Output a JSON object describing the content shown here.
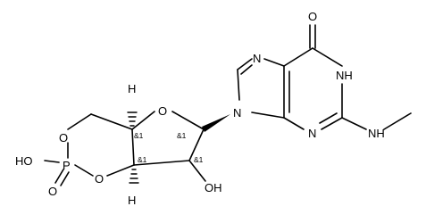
{
  "atoms": {
    "o_top": "O",
    "o_ring_furanose": "O",
    "n_imidazole_top": "N",
    "n_imidazole_ring": "N",
    "nh_pyrimidine": "NH",
    "n_pyrimidine": "N",
    "nh_methylamino": "NH",
    "o_phosphate_upper": "O",
    "o_phosphate_lower": "O",
    "ho_phosphate": "HO",
    "p": "P",
    "o_phosphoryl": "O",
    "oh_hydroxyl": "OH",
    "h_top": "H",
    "h_bottom": "H"
  },
  "stereo_labels": {
    "c4": "&1",
    "c1": "&1",
    "c3": "&1",
    "c2": "&1"
  }
}
